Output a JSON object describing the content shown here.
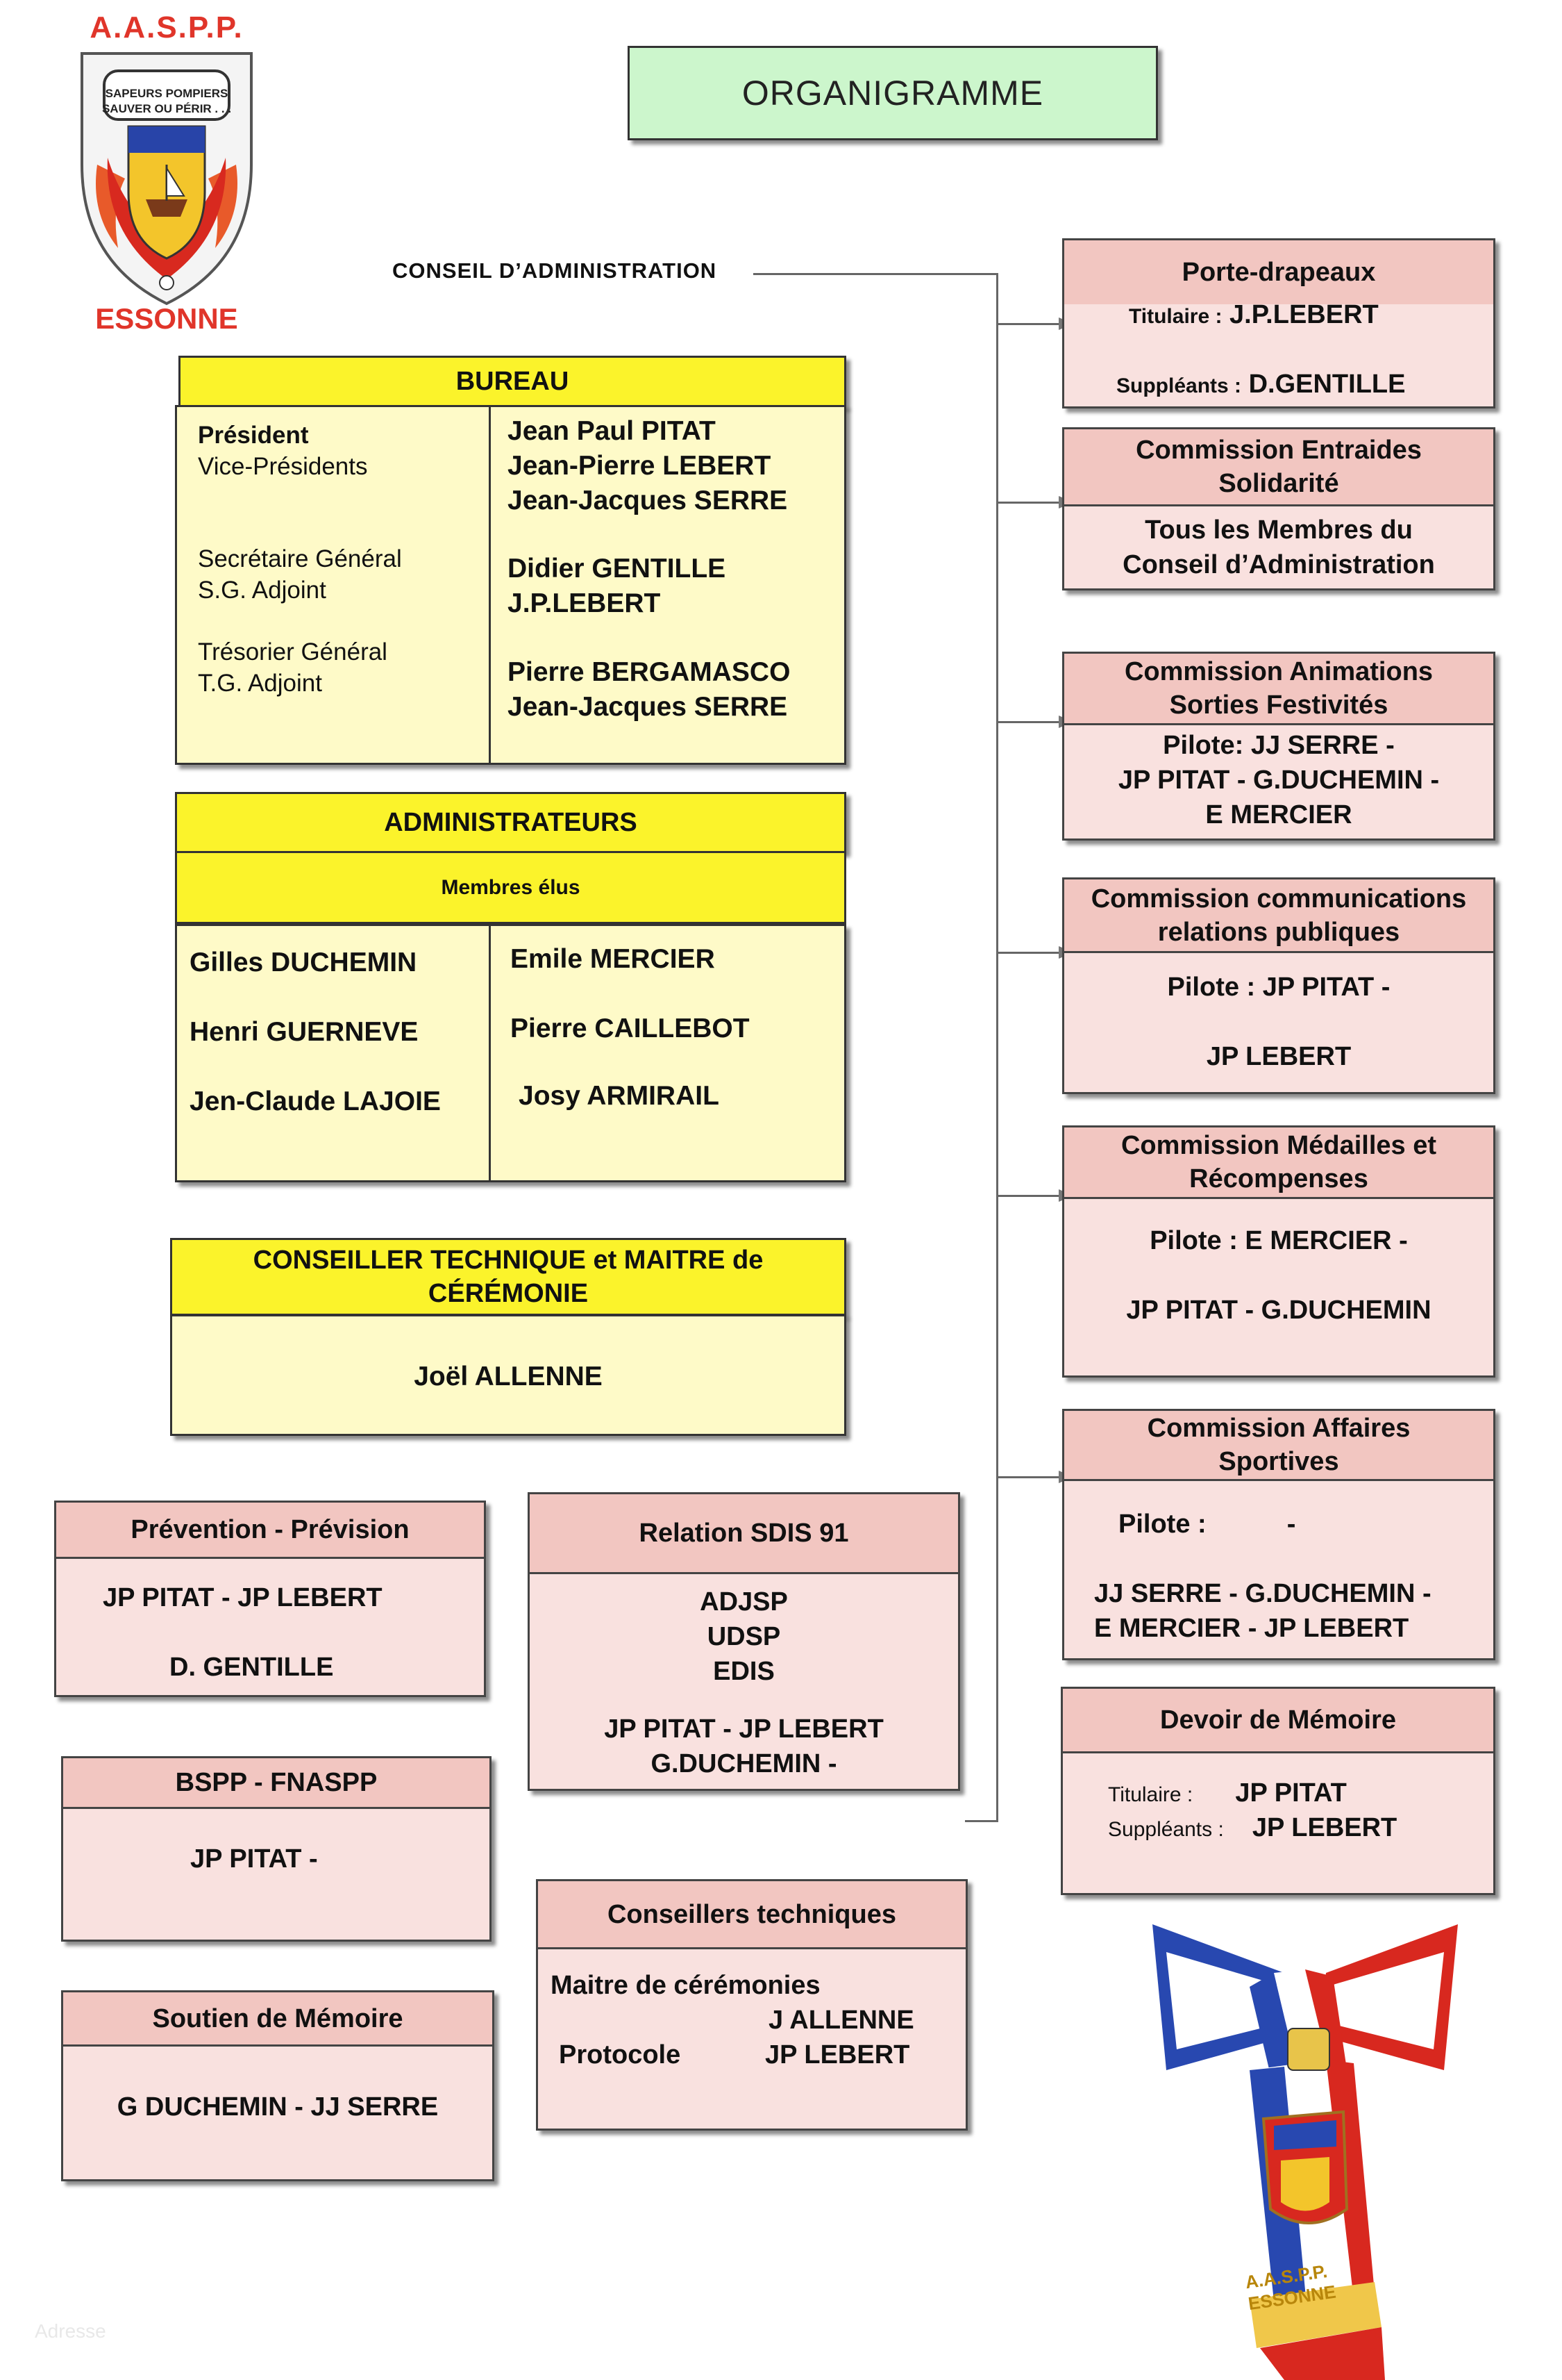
{
  "logo": {
    "top_text": "A.A.S.P.P.",
    "motto_1": "SAPEURS POMPIERS",
    "motto_2": "SAUVER OU PÉRIR . . .",
    "bottom_text": "ESSONNE"
  },
  "title": "ORGANIGRAMME",
  "conseil_label": "CONSEIL D’ADMINISTRATION",
  "bureau": {
    "title": "BUREAU",
    "roles": [
      "Président",
      "Vice-Présidents",
      "Secrétaire Général",
      "S.G. Adjoint",
      "Trésorier Général",
      "T.G. Adjoint"
    ],
    "names": [
      "Jean Paul PITAT",
      "Jean-Pierre LEBERT",
      "Jean-Jacques SERRE",
      "Didier GENTILLE",
      "J.P.LEBERT",
      "Pierre BERGAMASCO",
      "Jean-Jacques SERRE"
    ]
  },
  "administrateurs": {
    "title": "ADMINISTRATEURS",
    "subtitle": "Membres élus",
    "left": [
      "Gilles DUCHEMIN",
      "Henri GUERNEVE",
      "Jen-Claude LAJOIE"
    ],
    "right": [
      "Emile MERCIER",
      "Pierre CAILLEBOT",
      "Josy ARMIRAIL"
    ]
  },
  "conseiller": {
    "title_1": "CONSEILLER TECHNIQUE et MAITRE de",
    "title_2": "CÉRÉMONIE",
    "name": "Joël ALLENNE"
  },
  "prevention": {
    "title": "Prévention - Prévision",
    "line_1": "JP PITAT - JP LEBERT",
    "line_2": "D. GENTILLE"
  },
  "sdis": {
    "title": "Relation SDIS 91",
    "lines": [
      "ADJSP",
      "UDSP",
      "EDIS"
    ],
    "line_4": "JP PITAT -  JP LEBERT",
    "line_5": "G.DUCHEMIN -"
  },
  "bspp": {
    "title": "BSPP - FNASPP",
    "line_1": "JP PITAT -"
  },
  "conseillers_tech": {
    "title": "Conseillers techniques",
    "label_1": "Maitre de cérémonies",
    "value_1": "J ALLENNE",
    "label_2": "Protocole",
    "value_2": "JP LEBERT"
  },
  "soutien": {
    "title": "Soutien de Mémoire",
    "line_1": "G DUCHEMIN - JJ SERRE"
  },
  "porte_drapeaux": {
    "title": "Porte-drapeaux",
    "titulaire_label": "Titulaire :",
    "titulaire": "J.P.LEBERT",
    "suppleants_label": "Suppléants :",
    "suppleants": "D.GENTILLE"
  },
  "entraides": {
    "title_1": "Commission Entraides",
    "title_2": "Solidarité",
    "line_1": "Tous les Membres du",
    "line_2": "Conseil d’Administration"
  },
  "animations": {
    "title_1": "Commission Animations",
    "title_2": "Sorties Festivités",
    "line_1": "Pilote: JJ SERRE -",
    "line_2": "JP  PITAT - G.DUCHEMIN -",
    "line_3": "E MERCIER"
  },
  "communications": {
    "title_1": "Commission communications",
    "title_2": "relations publiques",
    "line_1": "Pilote : JP PITAT -",
    "line_2": "JP LEBERT"
  },
  "medailles": {
    "title_1": "Commission Médailles et",
    "title_2": "Récompenses",
    "line_1": "Pilote : E MERCIER -",
    "line_2": "JP PITAT -   G.DUCHEMIN"
  },
  "sportives": {
    "title_1": "Commission Affaires",
    "title_2": "Sportives",
    "line_1": "Pilote :           -",
    "line_2": "JJ SERRE - G.DUCHEMIN -",
    "line_3": "E MERCIER -  JP LEBERT"
  },
  "memoire": {
    "title": "Devoir de Mémoire",
    "titulaire_label": "Titulaire :",
    "titulaire": "JP PITAT",
    "suppleants_label": "Suppléants :",
    "suppleants": "JP LEBERT"
  },
  "ribbon": {
    "text": "A.A.S.P.P. ESSONNE"
  },
  "footer": {
    "text": "Adresse"
  },
  "colors": {
    "yellow": "#fbf32b",
    "yellow_light": "#fefac8",
    "pink_head": "#f2c6c1",
    "pink_body": "#f9e1df",
    "title_bg": "#ccf6cc",
    "logo_red": "#e0352a"
  }
}
